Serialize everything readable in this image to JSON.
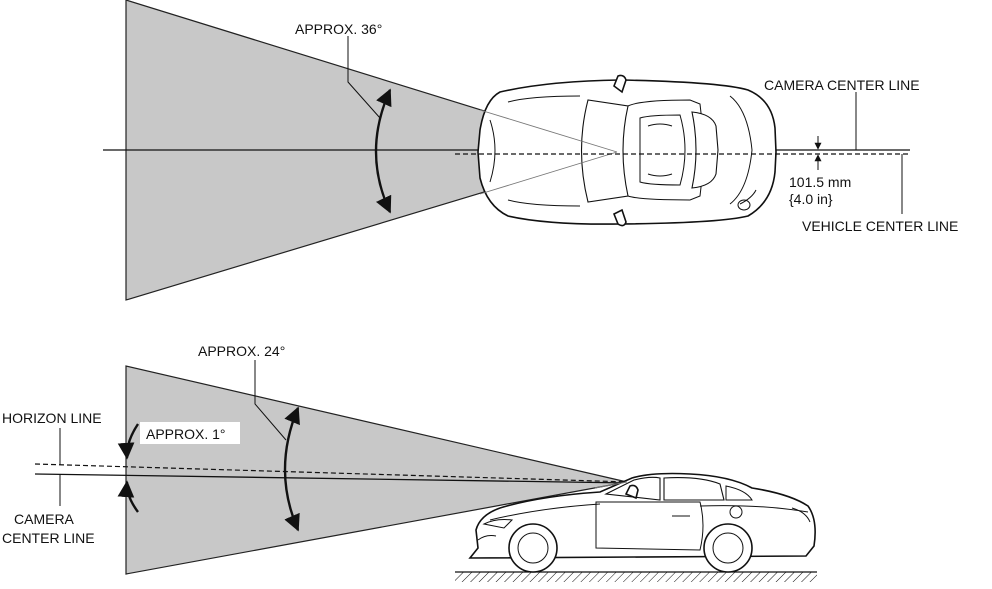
{
  "top_view": {
    "fov_angle_label": "APPROX. 36°",
    "camera_center_line_label": "CAMERA CENTER LINE",
    "offset_mm_label": "101.5 mm",
    "offset_in_label": "{4.0 in}",
    "vehicle_center_line_label": "VEHICLE CENTER LINE"
  },
  "side_view": {
    "fov_angle_label": "APPROX. 24°",
    "horizon_line_label": "HORIZON LINE",
    "tilt_angle_label": "APPROX. 1°",
    "camera_center_line_label_1": "CAMERA",
    "camera_center_line_label_2": "CENTER LINE"
  }
}
